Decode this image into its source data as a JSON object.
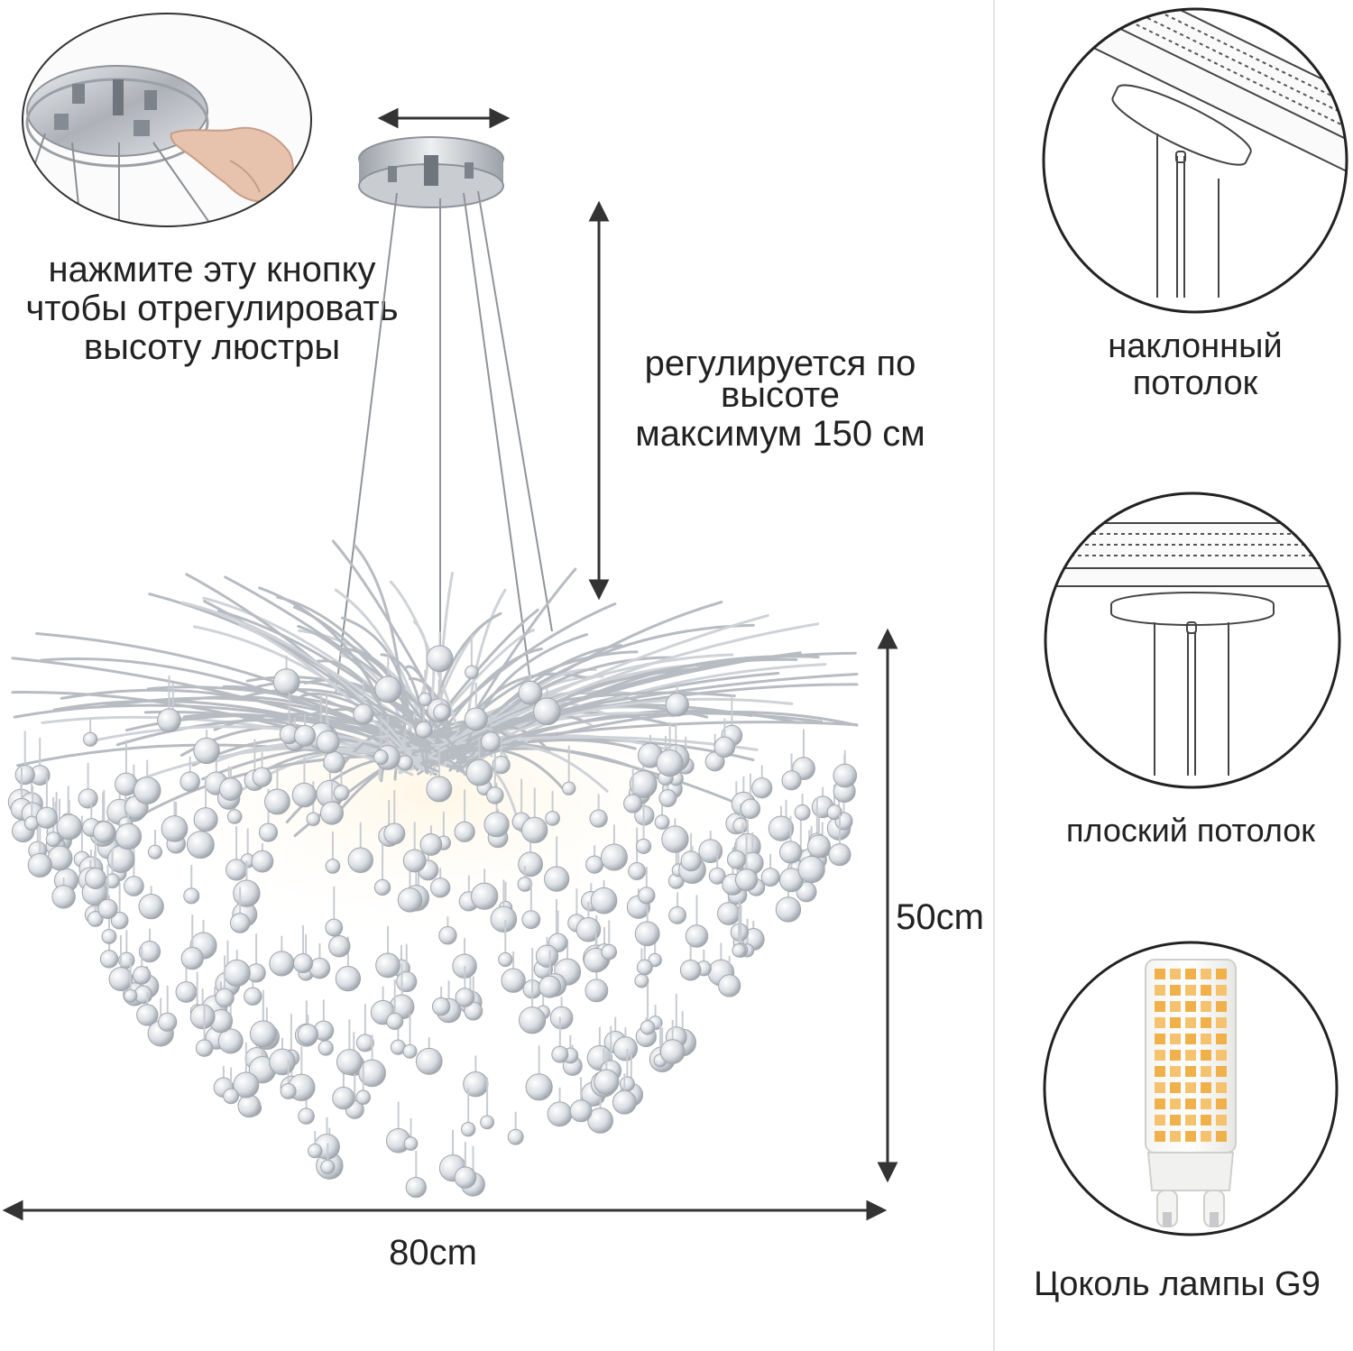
{
  "colors": {
    "background": "#ffffff",
    "text": "#222222",
    "arrow": "#333333",
    "chrome": "#b9bcc2",
    "crystal": "#d9dde2",
    "bulb_led": "#f0b04a"
  },
  "icons": {
    "dimension_arrow": "double-headed-arrow",
    "canopy_detail": "canopy-detail-inset",
    "sloped_ceiling": "sloped-ceiling-diagram",
    "flat_ceiling": "flat-ceiling-diagram",
    "bulb": "g9-led-bulb"
  },
  "callout": {
    "line1": "нажмите эту кнопку",
    "line2": "чтобы отрегулировать",
    "line3": "высоту люстры"
  },
  "height_note": {
    "line1": "регулируется по",
    "line2": "высоте",
    "line3": "максимум 150 см"
  },
  "dimensions": {
    "body_height": "50cm",
    "width": "80cm"
  },
  "ceilings": {
    "sloped": {
      "line1": "наклонный",
      "line2": "потолок"
    },
    "flat": {
      "label": "плоский потолок"
    }
  },
  "bulb": {
    "label": "Цоколь лампы G9"
  }
}
